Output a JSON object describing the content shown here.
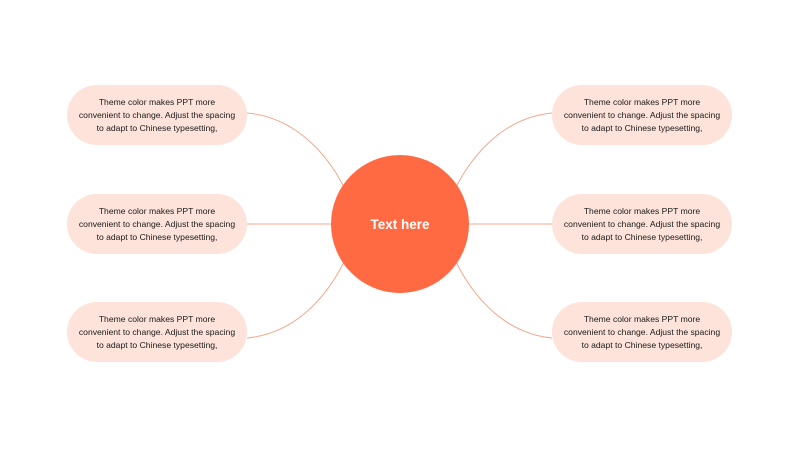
{
  "colors": {
    "accent": "#ff6a43",
    "pill_fill": "#fde3da",
    "connector": "#f4a88f"
  },
  "center": {
    "label": "Text here"
  },
  "branches": [
    {
      "text": "Theme color makes PPT more convenient to change. Adjust the spacing to adapt to Chinese typesetting,"
    },
    {
      "text": "Theme color makes PPT more convenient to change. Adjust the spacing to adapt to Chinese typesetting,"
    },
    {
      "text": "Theme color makes PPT more convenient to change. Adjust the spacing to adapt to Chinese typesetting,"
    },
    {
      "text": "Theme color makes PPT more convenient to change. Adjust the spacing to adapt to Chinese typesetting,"
    },
    {
      "text": "Theme color makes PPT more convenient to change. Adjust the spacing to adapt to Chinese typesetting,"
    },
    {
      "text": "Theme color makes PPT more convenient to change. Adjust the spacing to adapt to Chinese typesetting,"
    }
  ]
}
